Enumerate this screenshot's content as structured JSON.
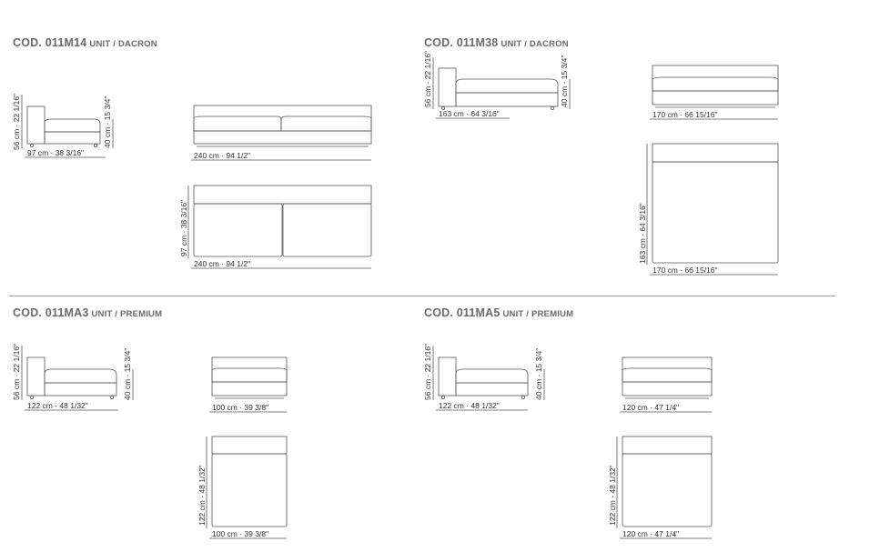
{
  "sections": [
    {
      "code": "COD. 011M14",
      "subtitle": "UNIT / DACRON",
      "side_height": "56 cm · 22 1/16\"",
      "seat_height": "40 cm · 15 3/4\"",
      "depth": "97 cm · 38 3/16\"",
      "front_width": "240 cm · 94 1/2\"",
      "top_depth": "97 cm · 38 3/16\"",
      "top_width": "240 cm · 94 1/2\""
    },
    {
      "code": "COD. 011M38",
      "subtitle": "UNIT / DACRON",
      "side_height": "56 cm · 22 1/16\"",
      "seat_height": "40 cm · 15 3/4\"",
      "depth": "163 cm · 64 3/16\"",
      "front_width": "170 cm · 66 15/16\"",
      "top_depth": "163 cm · 64 3/16\"",
      "top_width": "170 cm · 66 15/16\""
    },
    {
      "code": "COD. 011MA3",
      "subtitle": "UNIT / PREMIUM",
      "side_height": "56 cm · 22 1/16\"",
      "seat_height": "40 cm · 15 3/4\"",
      "depth": "122 cm · 48 1/32\"",
      "front_width": "100 cm · 39 3/8\"",
      "top_depth": "122 cm · 48 1/32\"",
      "top_width": "100 cm · 39 3/8\""
    },
    {
      "code": "COD. 011MA5",
      "subtitle": "UNIT / PREMIUM",
      "side_height": "56 cm · 22 1/16\"",
      "seat_height": "40 cm · 15 3/4\"",
      "depth": "122 cm · 48 1/32\"",
      "front_width": "120 cm · 47 1/4\"",
      "top_depth": "122 cm · 48 1/32\"",
      "top_width": "120 cm · 47 1/4\""
    }
  ]
}
